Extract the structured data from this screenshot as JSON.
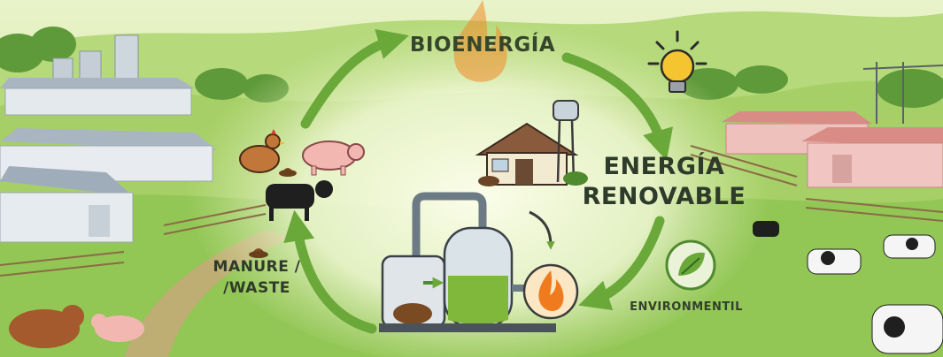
{
  "diagram": {
    "nodes": {
      "bioenergy": {
        "label": "BIOENERGÍA"
      },
      "renewable": {
        "line1": "ENERGÍA",
        "line2": "RENOVABLE"
      },
      "waste": {
        "line1": "MANURE /",
        "line2": "/WASTE"
      },
      "environment": {
        "label": "ENVIRONMENTIL"
      }
    },
    "flow": [
      "bioenergy",
      "renewable",
      "biodigester",
      "waste",
      "bioenergy"
    ]
  },
  "colors": {
    "arrow": "#6aa83a",
    "sky": "#eef5d2",
    "field": "#9fcf62",
    "digester_liquid": "#7fb83a",
    "barn_roof": "#a9b6c2",
    "farm_roof_red": "#d98b86",
    "flame": "#f07b1f",
    "bulb": "#f5c531"
  },
  "icons": [
    "fire-icon",
    "light-bulb-icon",
    "leaf-badge-icon",
    "chicken-icon",
    "pig-icon",
    "cow-icon",
    "manure-icon",
    "house-icon",
    "silo-icon"
  ]
}
